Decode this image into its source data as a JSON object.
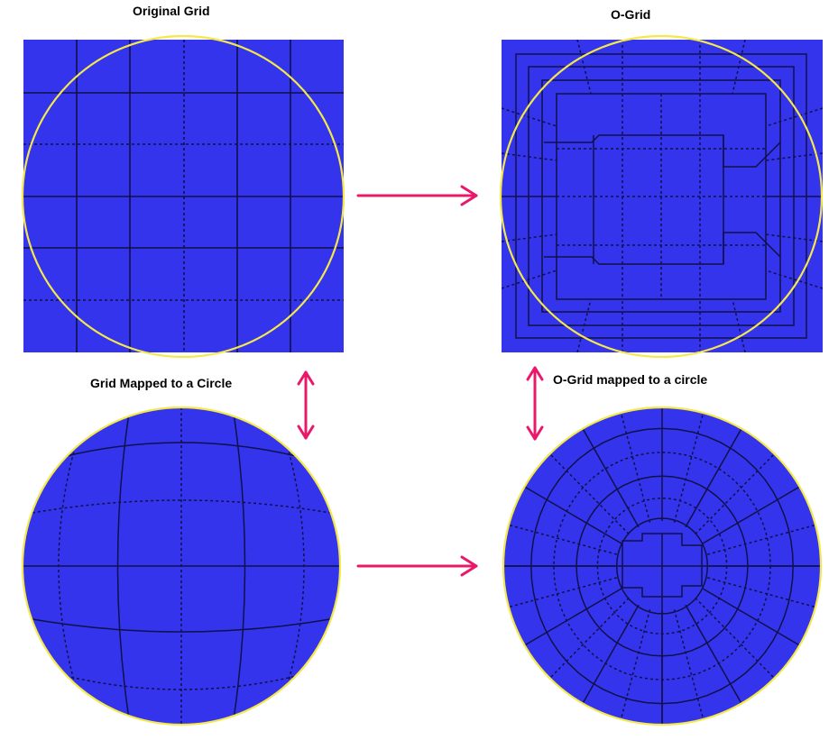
{
  "labels": {
    "original_grid": "Original Grid",
    "o_grid": "O-Grid",
    "grid_mapped": "Grid Mapped to a Circle",
    "o_grid_mapped": "O-Grid mapped to a circle"
  },
  "colors": {
    "panel": "#3434ec",
    "grid_line": "#10104a",
    "circle": "#f4e84a",
    "arrow": "#e8186a",
    "text": "#000000"
  }
}
